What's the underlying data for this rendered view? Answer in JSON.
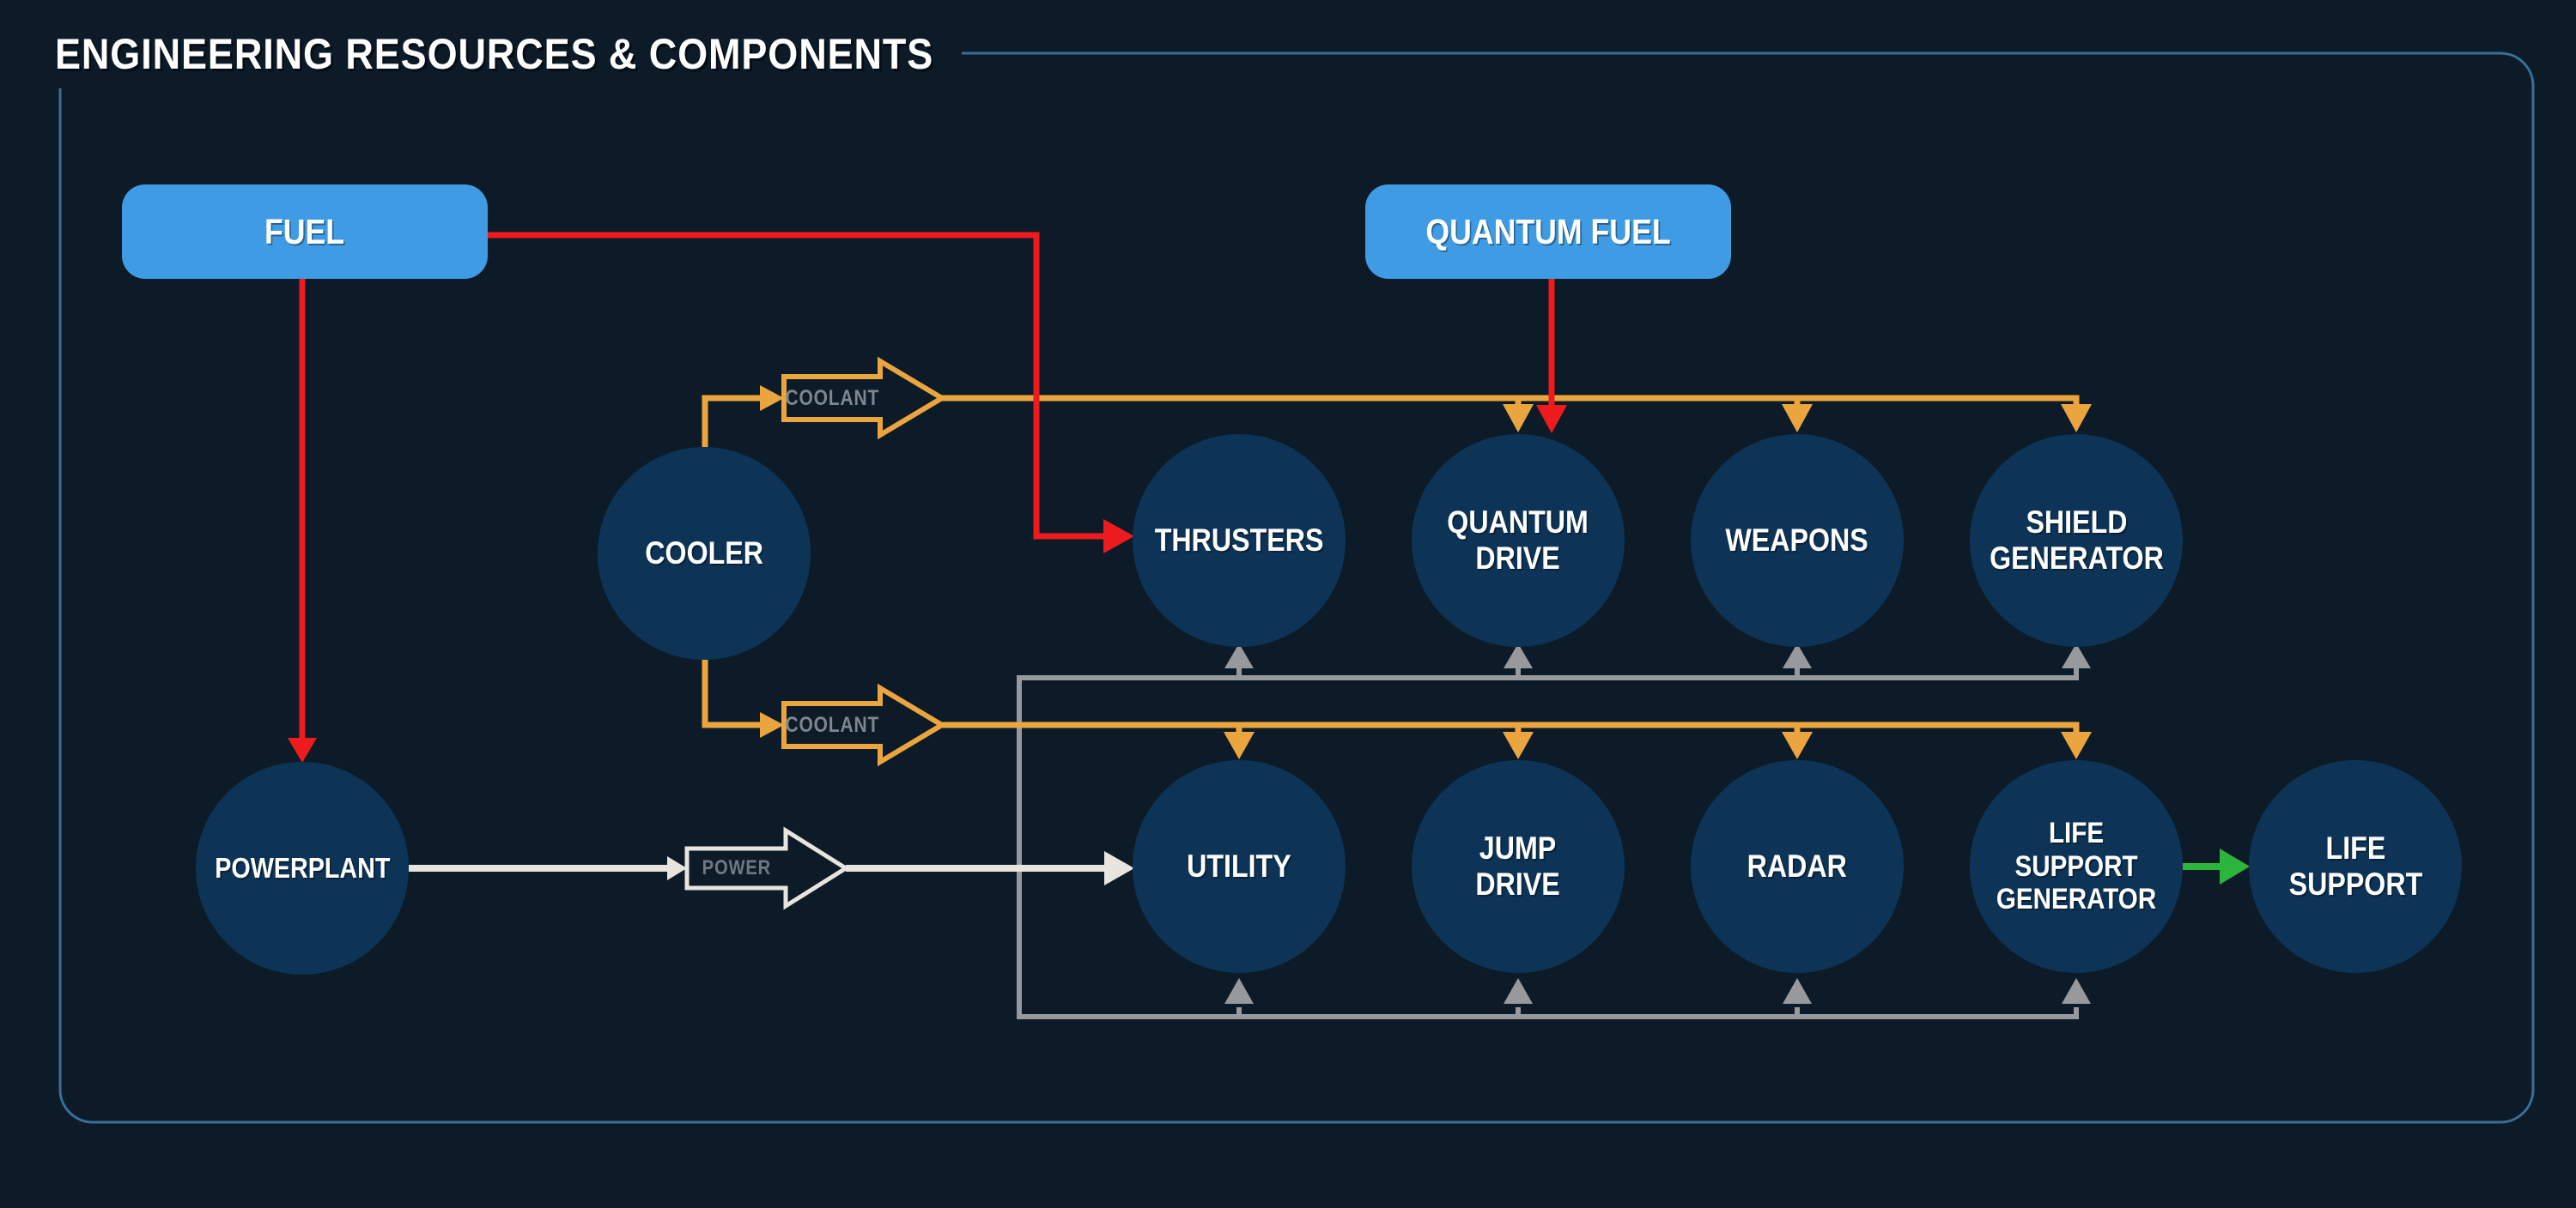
{
  "title": "ENGINEERING RESOURCES & COMPONENTS",
  "colors": {
    "bg": "#0d1b28",
    "panel_border": "#3a6e99",
    "node_fill": "#0d3456",
    "source_fill": "#3f9ce4",
    "flow_red": "#ee1b1e",
    "flow_coolant": "#eba53e",
    "flow_power_net": "#97999d",
    "flow_power": "#e8e5df",
    "flow_green": "#2cb53b",
    "flow_label": "#7f868f",
    "power_label": "#6f7883"
  },
  "sources": {
    "fuel": {
      "label": "FUEL"
    },
    "quantum_fuel": {
      "label": "QUANTUM FUEL"
    }
  },
  "nodes": {
    "cooler": {
      "label": "COOLER"
    },
    "powerplant": {
      "label": "POWERPLANT"
    },
    "thrusters": {
      "label": "THRUSTERS"
    },
    "quantum_drive": {
      "label": "QUANTUM\nDRIVE"
    },
    "weapons": {
      "label": "WEAPONS"
    },
    "shield_generator": {
      "label": "SHIELD\nGENERATOR"
    },
    "utility": {
      "label": "UTILITY"
    },
    "jump_drive": {
      "label": "JUMP\nDRIVE"
    },
    "radar": {
      "label": "RADAR"
    },
    "life_support_generator": {
      "label": "LIFE\nSUPPORT\nGENERATOR"
    },
    "life_support": {
      "label": "LIFE\nSUPPORT"
    }
  },
  "flow_labels": {
    "coolant_top": "COOLANT",
    "coolant_bottom": "COOLANT",
    "power": "POWER"
  }
}
